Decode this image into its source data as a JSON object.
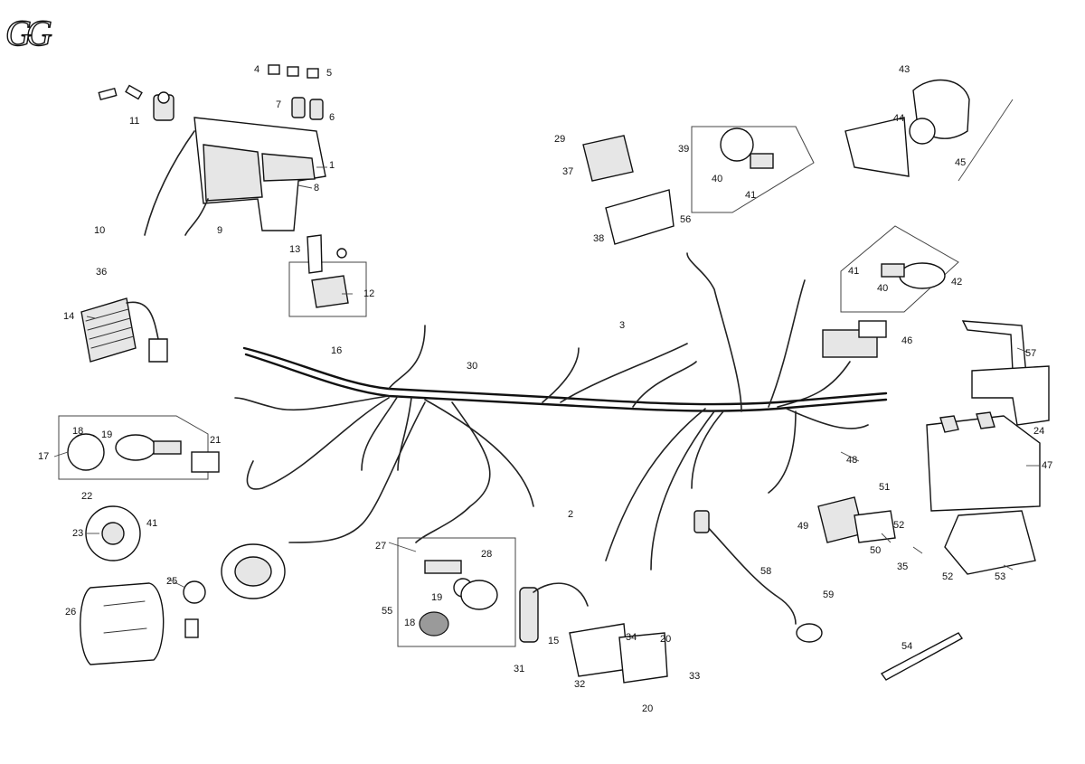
{
  "logo": {
    "text": "GG"
  },
  "callouts": [
    {
      "id": "c1",
      "text": "1"
    },
    {
      "id": "c2",
      "text": "2"
    },
    {
      "id": "c3",
      "text": "3"
    },
    {
      "id": "c4",
      "text": "4"
    },
    {
      "id": "c5",
      "text": "5"
    },
    {
      "id": "c6",
      "text": "6"
    },
    {
      "id": "c7",
      "text": "7"
    },
    {
      "id": "c8",
      "text": "8"
    },
    {
      "id": "c9",
      "text": "9"
    },
    {
      "id": "c10",
      "text": "10"
    },
    {
      "id": "c11",
      "text": "11"
    },
    {
      "id": "c12",
      "text": "12"
    },
    {
      "id": "c13",
      "text": "13"
    },
    {
      "id": "c14",
      "text": "14"
    },
    {
      "id": "c15",
      "text": "15"
    },
    {
      "id": "c16",
      "text": "16"
    },
    {
      "id": "c17",
      "text": "17"
    },
    {
      "id": "c18a",
      "text": "18"
    },
    {
      "id": "c18b",
      "text": "18"
    },
    {
      "id": "c19a",
      "text": "19"
    },
    {
      "id": "c19b",
      "text": "19"
    },
    {
      "id": "c20a",
      "text": "20"
    },
    {
      "id": "c20b",
      "text": "20"
    },
    {
      "id": "c21",
      "text": "21"
    },
    {
      "id": "c22",
      "text": "22"
    },
    {
      "id": "c23",
      "text": "23"
    },
    {
      "id": "c24",
      "text": "24"
    },
    {
      "id": "c25",
      "text": "25"
    },
    {
      "id": "c26",
      "text": "26"
    },
    {
      "id": "c27",
      "text": "27"
    },
    {
      "id": "c28",
      "text": "28"
    },
    {
      "id": "c29",
      "text": "29"
    },
    {
      "id": "c30",
      "text": "30"
    },
    {
      "id": "c31",
      "text": "31"
    },
    {
      "id": "c32",
      "text": "32"
    },
    {
      "id": "c33",
      "text": "33"
    },
    {
      "id": "c34",
      "text": "34"
    },
    {
      "id": "c35",
      "text": "35"
    },
    {
      "id": "c36",
      "text": "36"
    },
    {
      "id": "c37",
      "text": "37"
    },
    {
      "id": "c38",
      "text": "38"
    },
    {
      "id": "c39",
      "text": "39"
    },
    {
      "id": "c40a",
      "text": "40"
    },
    {
      "id": "c40b",
      "text": "40"
    },
    {
      "id": "c41a",
      "text": "41"
    },
    {
      "id": "c41b",
      "text": "41"
    },
    {
      "id": "c41c",
      "text": "41"
    },
    {
      "id": "c42",
      "text": "42"
    },
    {
      "id": "c43",
      "text": "43"
    },
    {
      "id": "c44",
      "text": "44"
    },
    {
      "id": "c45",
      "text": "45"
    },
    {
      "id": "c46",
      "text": "46"
    },
    {
      "id": "c47",
      "text": "47"
    },
    {
      "id": "c48",
      "text": "48"
    },
    {
      "id": "c49",
      "text": "49"
    },
    {
      "id": "c50",
      "text": "50"
    },
    {
      "id": "c51",
      "text": "51"
    },
    {
      "id": "c52a",
      "text": "52"
    },
    {
      "id": "c52b",
      "text": "52"
    },
    {
      "id": "c53",
      "text": "53"
    },
    {
      "id": "c54",
      "text": "54"
    },
    {
      "id": "c55",
      "text": "55"
    },
    {
      "id": "c56",
      "text": "56"
    },
    {
      "id": "c57",
      "text": "57"
    },
    {
      "id": "c58",
      "text": "58"
    },
    {
      "id": "c59",
      "text": "59"
    }
  ]
}
